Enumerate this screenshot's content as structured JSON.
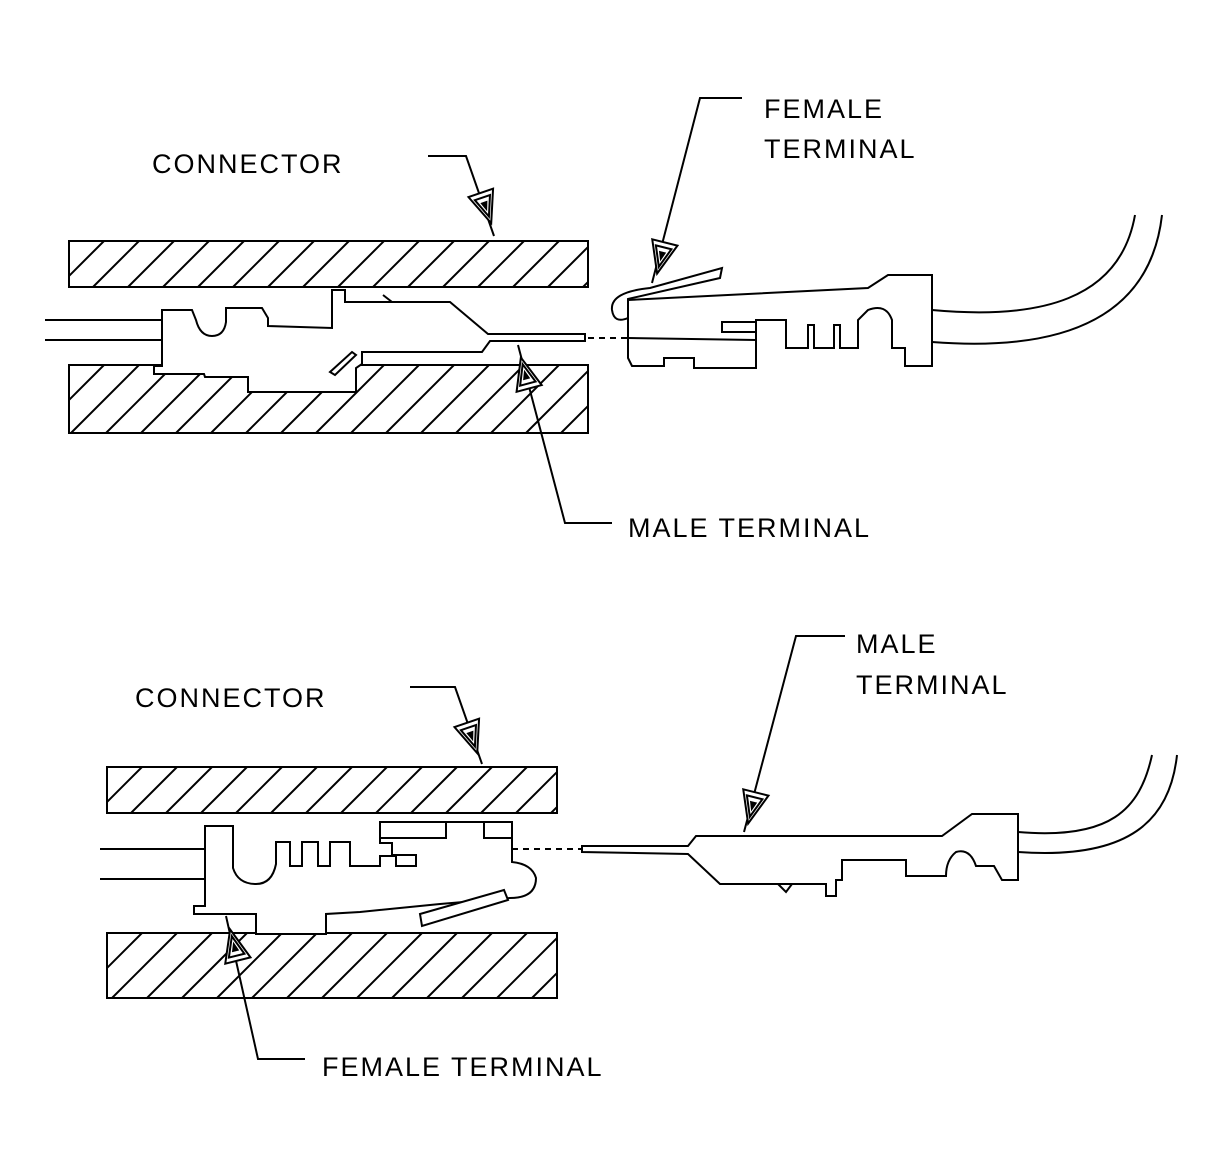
{
  "top_diagram": {
    "connector_label": "CONNECTOR",
    "female_terminal_label": [
      "FEMALE",
      "TERMINAL"
    ],
    "male_terminal_label": "MALE TERMINAL"
  },
  "bottom_diagram": {
    "connector_label": "CONNECTOR",
    "male_terminal_label": [
      "MALE",
      "TERMINAL"
    ],
    "female_terminal_label": "FEMALE TERMINAL"
  },
  "icons": [
    "triangle-arrow-icon"
  ],
  "colors": {
    "line": "#000000",
    "background": "#ffffff"
  }
}
